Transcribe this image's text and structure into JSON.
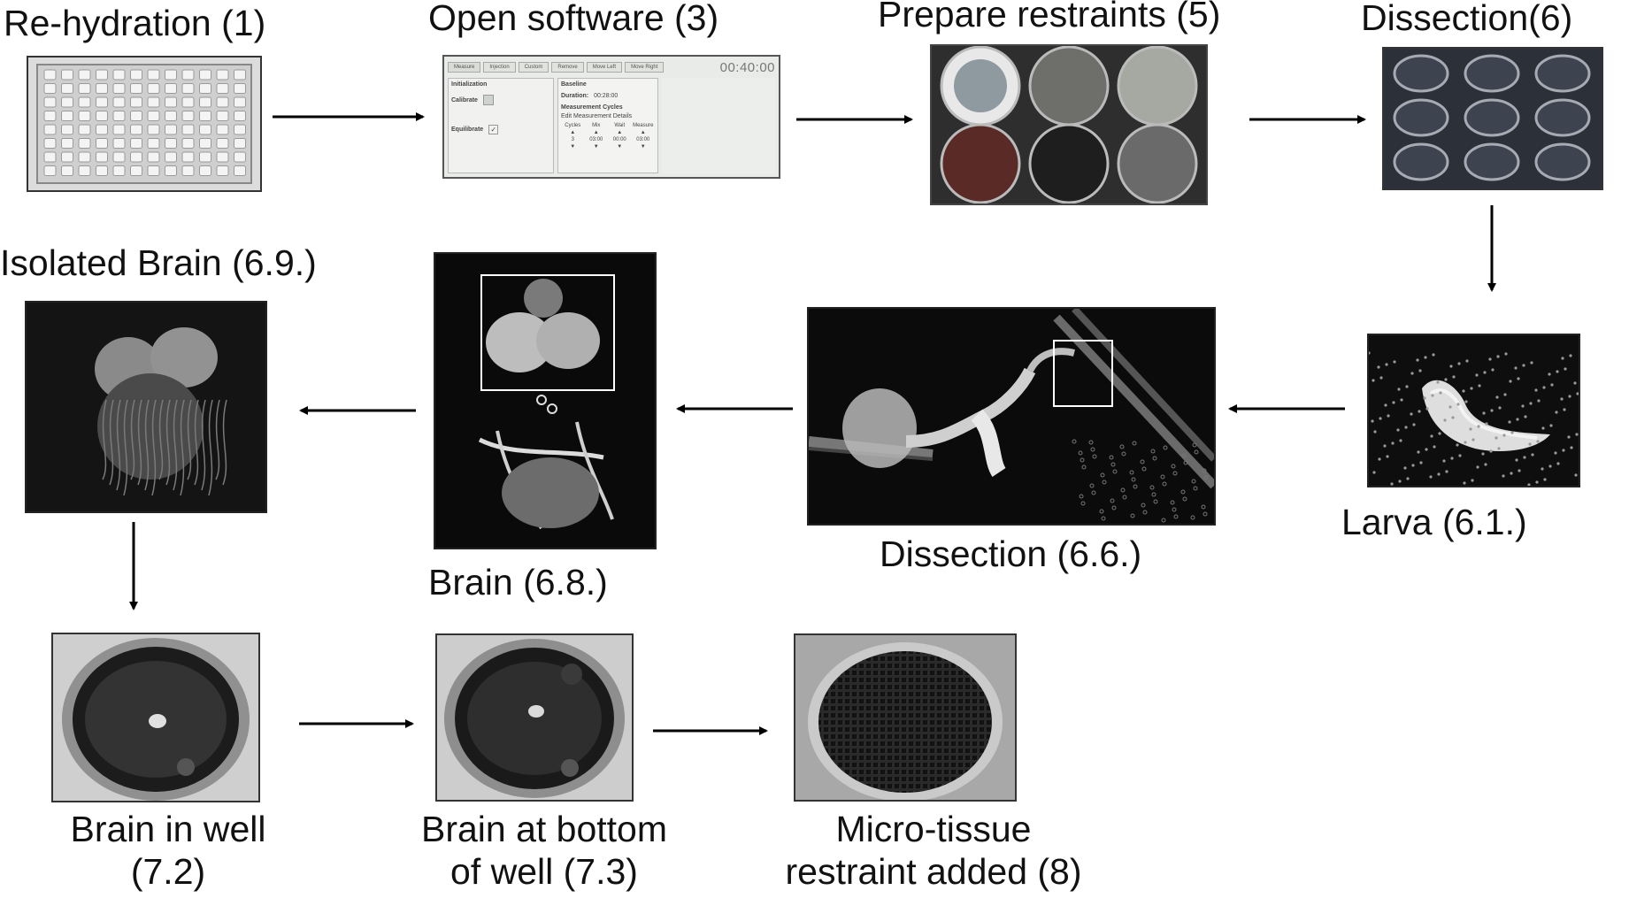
{
  "steps": {
    "rehydration": "Re-hydration (1)",
    "open_software": "Open software (3)",
    "prepare_restraints": "Prepare restraints (5)",
    "dissection_6": "Dissection(6)",
    "larva": "Larva (6.1.)",
    "dissection_66": "Dissection (6.6.)",
    "brain_68": "Brain (6.8.)",
    "isolated_brain": "Isolated Brain (6.9.)",
    "brain_in_well_line1": "Brain in well",
    "brain_in_well_line2": "(7.2)",
    "brain_bottom_line1": "Brain at bottom",
    "brain_bottom_line2": "of well (7.3)",
    "restraint_line1": "Micro-tissue",
    "restraint_line2": "restraint added (8)"
  },
  "software_screen": {
    "tabs": [
      "Measure",
      "Injection",
      "Custom",
      "Remove",
      "Move Left",
      "Move Right"
    ],
    "timer": "00:40:00",
    "initialization": "Initialization",
    "calibrate": "Calibrate",
    "equilibrate": "Equilibrate",
    "baseline": "Baseline",
    "duration_label": "Duration:",
    "duration_value": "00:28:00",
    "measurement_cycles": "Measurement Cycles",
    "edit_details": "Edit Measurement Details",
    "cycle_headers": [
      "Cycles",
      "Mix",
      "Wait",
      "Measure"
    ],
    "cycle_values": [
      "3",
      "03:00",
      "00:00",
      "03:00"
    ]
  }
}
